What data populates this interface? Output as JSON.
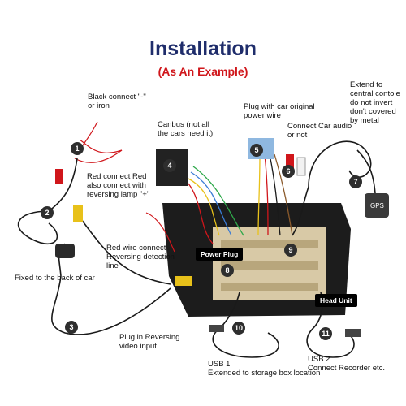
{
  "title": "Installation",
  "subtitle": "(As An Example)",
  "labels": {
    "black_connect": "Black connect \"-\"\nor iron",
    "canbus": "Canbus (not all\nthe cars need it)",
    "plug_car": "Plug with car original\npower wire",
    "connect_audio": "Connect Car audio\nor not",
    "extend_console": "Extend to\ncentral contole\ndo not invert\ndon't covered\nby metal",
    "red_connect": "Red connect Red\nalso connect with\nreversing lamp \"+\"",
    "red_wire": "Red wire connect\nReversing detection\nline",
    "fixed_back": "Fixed to the back of car",
    "plug_reversing": "Plug in Reversing\nvideo input",
    "usb1": "USB 1\nExtended to storage box location",
    "usb2": "USB 2\nConnect Recorder etc."
  },
  "tags": {
    "gps": "GPS",
    "power_plug": "Power Plug",
    "head_unit": "Head Unit"
  },
  "badges": [
    "1",
    "2",
    "3",
    "4",
    "5",
    "6",
    "7",
    "8",
    "9",
    "10",
    "11"
  ],
  "colors": {
    "title": "#1f2d6b",
    "subtitle": "#d0161b",
    "badge": "#2e2e2e",
    "cable": "#1a1a1a",
    "wire_red": "#d0161b",
    "wire_yellow": "#e8c11a",
    "frame": "#1c1c1c",
    "board": "#d8c9a6"
  }
}
